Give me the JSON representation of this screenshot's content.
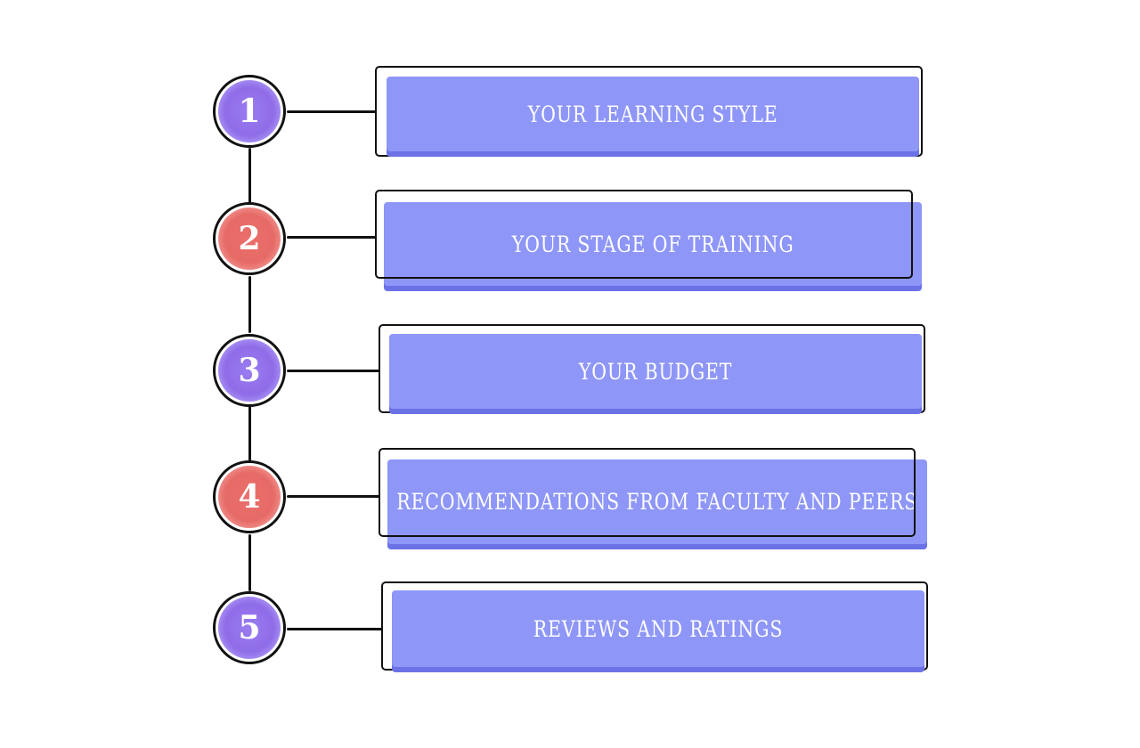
{
  "colors": {
    "box_fill": "#8e96f7",
    "box_shadow": "#6b72e6",
    "circle_purple": "#8f6ce8",
    "circle_coral": "#e66a66",
    "line": "#111111"
  },
  "steps": [
    {
      "number": "1",
      "label": "YOUR LEARNING STYLE",
      "circle_color": "purple"
    },
    {
      "number": "2",
      "label": "YOUR STAGE OF TRAINING",
      "circle_color": "coral"
    },
    {
      "number": "3",
      "label": "YOUR BUDGET",
      "circle_color": "purple"
    },
    {
      "number": "4",
      "label": "RECOMMENDATIONS FROM FACULTY AND PEERS",
      "circle_color": "coral"
    },
    {
      "number": "5",
      "label": "REVIEWS AND RATINGS",
      "circle_color": "purple"
    }
  ]
}
